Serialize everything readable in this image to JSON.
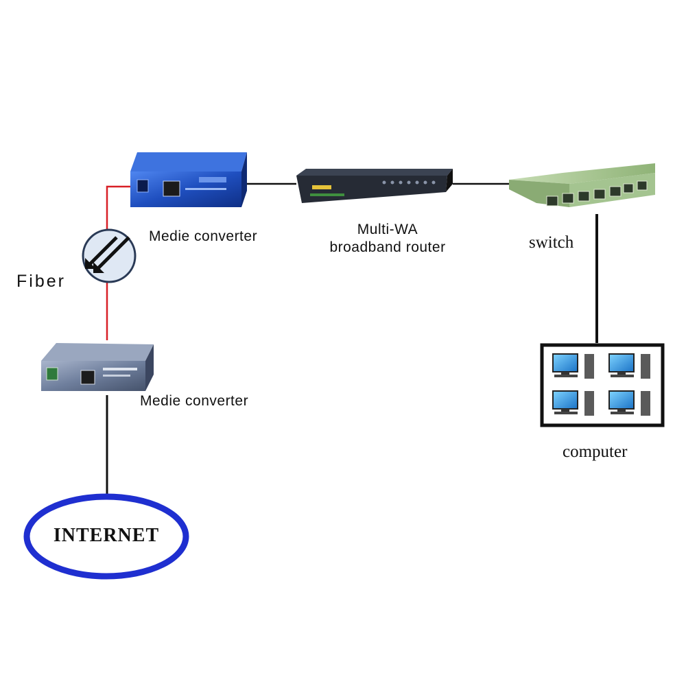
{
  "nodes": {
    "media_converter_top": {
      "label": "Medie converter"
    },
    "router": {
      "label_line1": "Multi-WA",
      "label_line2": "broadband router"
    },
    "switch": {
      "label": "switch"
    },
    "computer": {
      "label": "computer"
    },
    "media_converter_bottom": {
      "label": "Medie converter"
    },
    "internet": {
      "label": "INTERNET"
    }
  },
  "links": {
    "fiber": {
      "label": "Fiber"
    }
  },
  "colors": {
    "ethernet_cable": "#111111",
    "fiber_cable": "#d81f26",
    "internet_ring": "#1f2fd0",
    "converter_top_body": "#2454c8",
    "converter_bottom_body": "#7a8aa6",
    "router_body": "#2a2f3a",
    "switch_body": "#9fbf8a",
    "fiber_badge": "#dfe8f4"
  }
}
